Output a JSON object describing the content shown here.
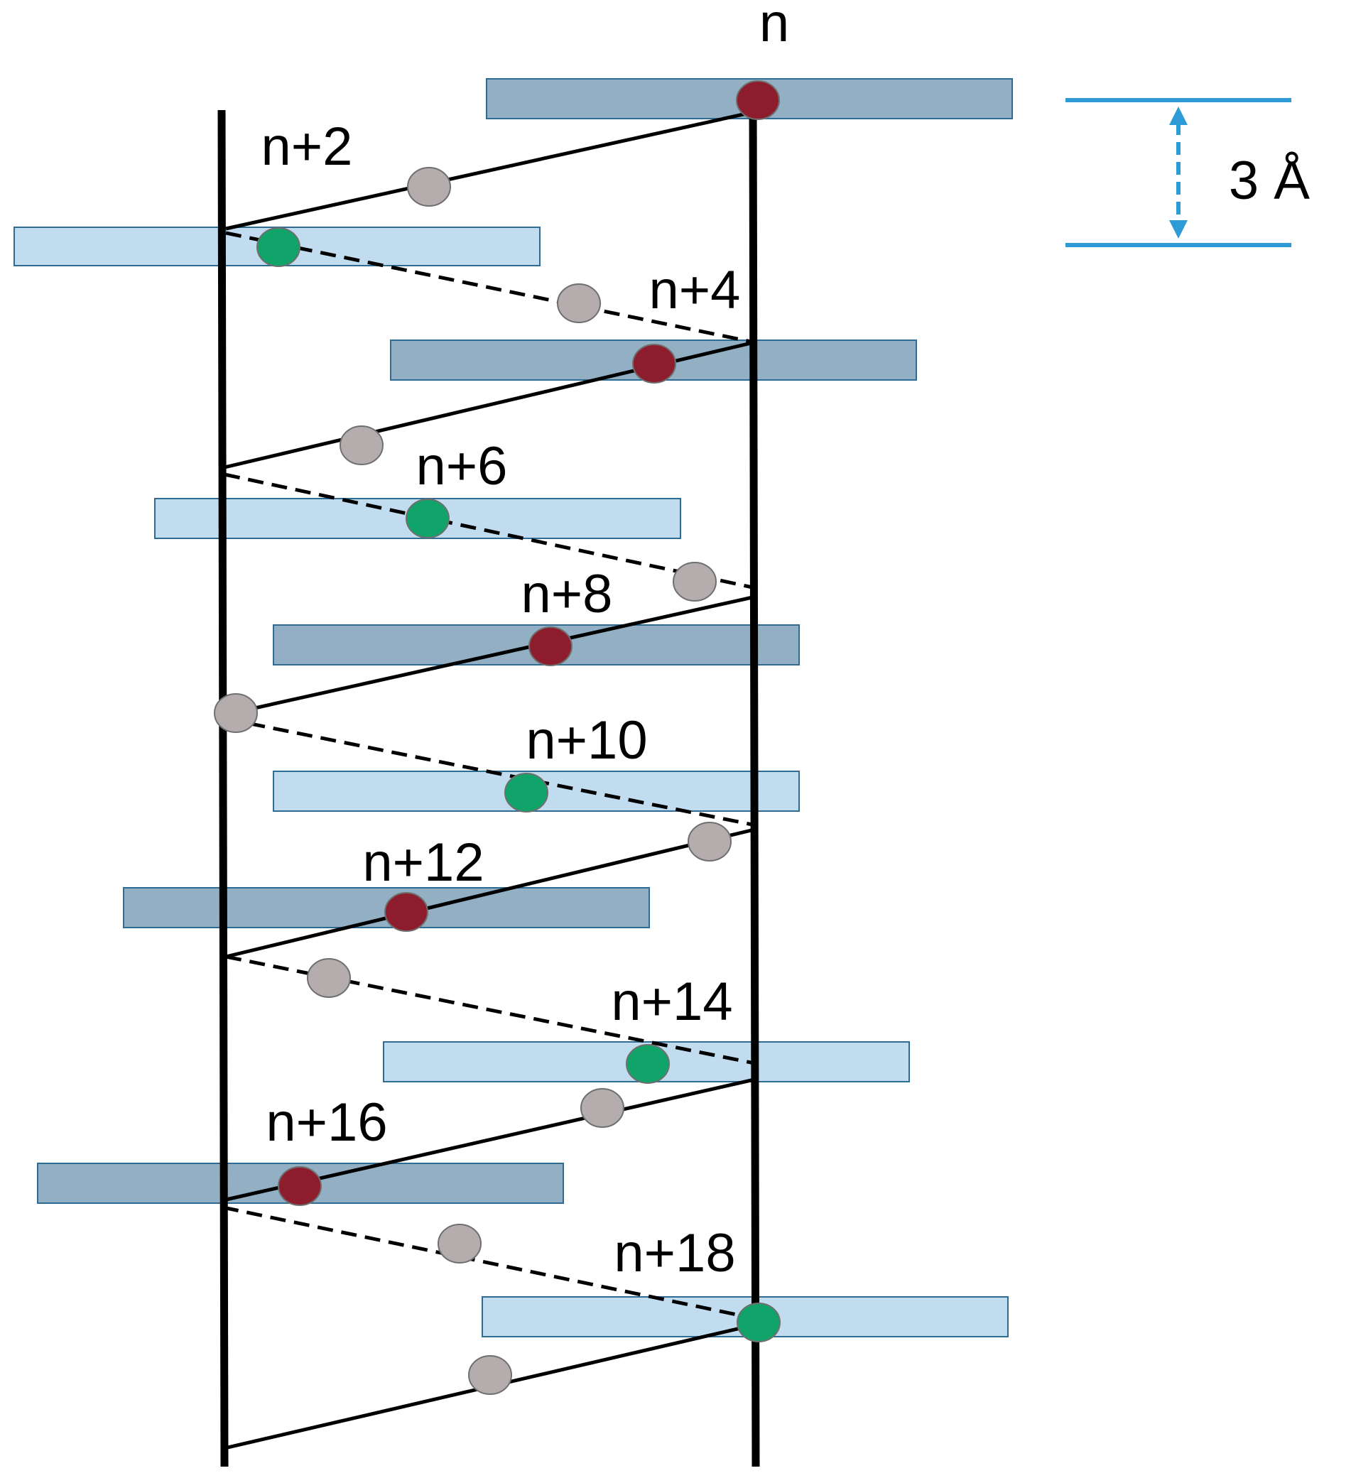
{
  "diagram": {
    "colors": {
      "dark_bar": "#92AFC3",
      "dark_bar_stroke": "#2F6C94",
      "light_bar": "#C1DCEF",
      "light_bar_stroke": "#2F6C94",
      "red_node": "#8D1D2C",
      "green_node": "#10A36A",
      "gray_node": "#B5ADAD",
      "line": "#000000",
      "scale": "#2E9AD6"
    },
    "residue_labels": [
      "n",
      "n+2",
      "n+4",
      "n+6",
      "n+8",
      "n+10",
      "n+12",
      "n+14",
      "n+16",
      "n+18"
    ],
    "scale_bar": {
      "label": "3 Å"
    }
  }
}
